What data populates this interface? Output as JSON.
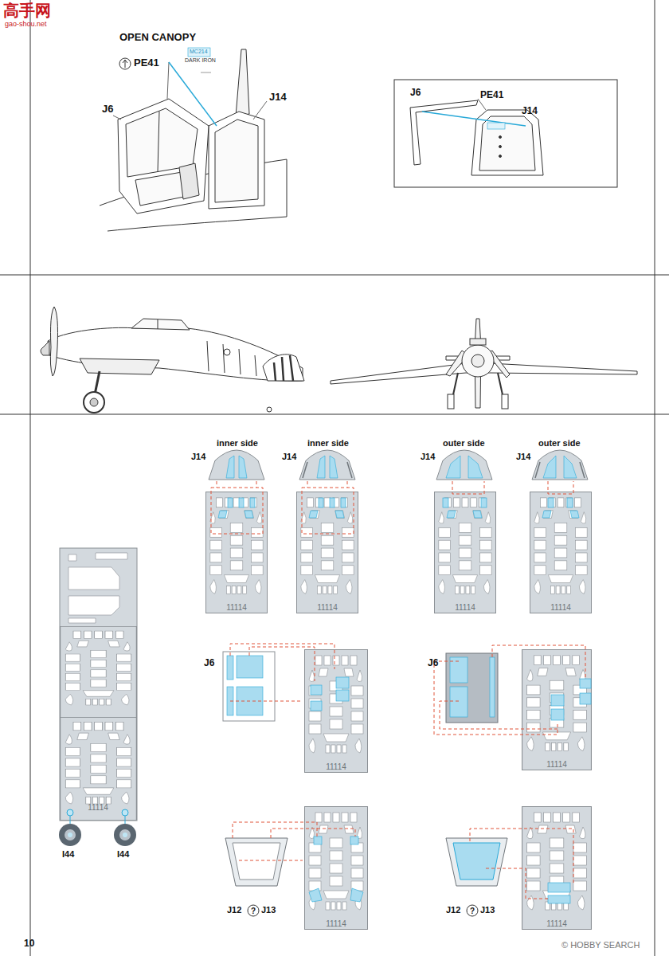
{
  "diagram": {
    "title": "OPEN CANOPY",
    "labels": [
      "高手网",
      "gao-shou.net",
      "PE41",
      "MC214",
      "DARK IRON",
      "J6",
      "J14",
      "J6",
      "PE41",
      "J14",
      "inner side",
      "J14",
      "inner side",
      "J14",
      "outer side",
      "J14",
      "outer side",
      "J14",
      "11114",
      "11114",
      "11114",
      "11114",
      "11114",
      "J6",
      "11114",
      "J6",
      "11114",
      "J12",
      "?",
      "J13",
      "11114",
      "J12",
      "?",
      "J13",
      "11114",
      "I44",
      "I44",
      "10",
      "© HOBBY SEARCH"
    ]
  }
}
